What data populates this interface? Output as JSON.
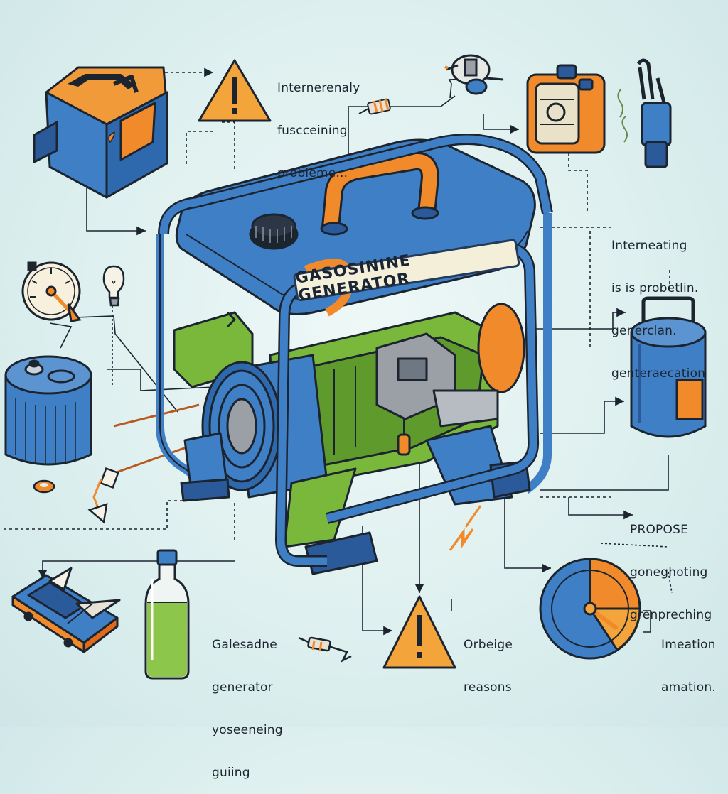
{
  "generator_label": "GASOSININE GENERATOR",
  "callouts": {
    "top_center": [
      "Internerenaly",
      "fuscceining",
      "probleme..."
    ],
    "right_middle": [
      "Interneating",
      "is is probetlin.",
      "generclan.",
      "genteraecation"
    ],
    "right_lower": [
      "PROPOSE",
      "goneghoting",
      "grenpreching"
    ],
    "bottom_left": [
      "Galesadne",
      "generator",
      "yoseeneing",
      "guiing"
    ],
    "bottom_center": [
      "Orbeige",
      "reasons"
    ],
    "bottom_right": [
      "Imeation",
      "amation."
    ]
  },
  "colors": {
    "generator_blue": "#3f7fc6",
    "frame_outline": "#233a5a",
    "accent_orange": "#f08a2a",
    "engine_green": "#7ab83c",
    "warning_yellow": "#f3a43a",
    "background": "#dcefee"
  },
  "icons": [
    "fuel-can-icon",
    "warning-icon",
    "spark-plug-icon",
    "oil-canister-icon",
    "wrench-clamp-icon",
    "pressure-gauge-icon",
    "light-bulb-icon",
    "fuel-filter-icon",
    "gas-cylinder-icon",
    "toolkit-icon",
    "oil-bottle-icon",
    "fuse-icon",
    "dial-meter-icon"
  ]
}
